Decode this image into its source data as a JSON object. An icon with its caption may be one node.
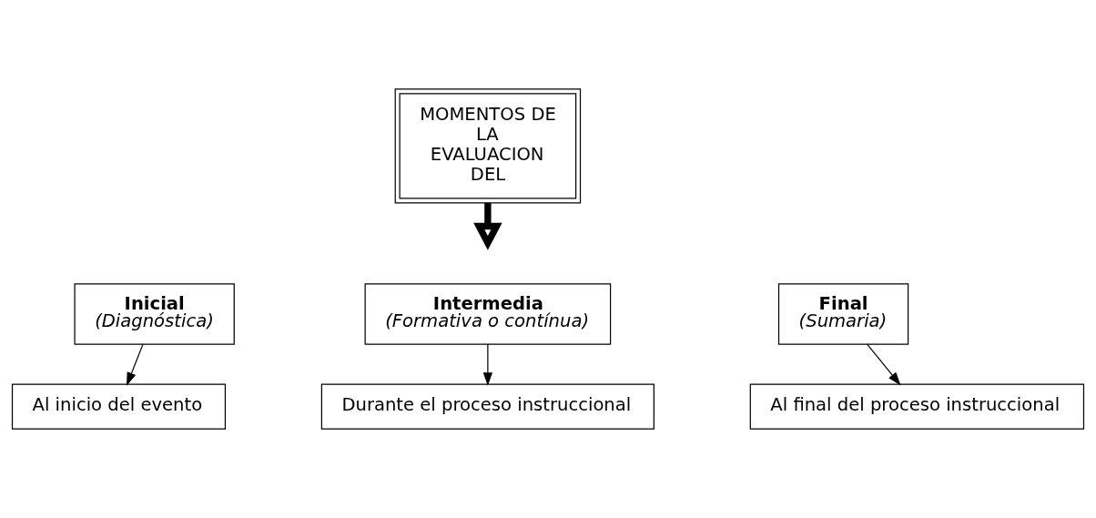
{
  "diagram": {
    "nodes": [
      {
        "text": [
          "MOMENTOS DE LA EVALUACION DEL"
        ]
      },
      {
        "text": [
          "Inicial",
          "(Diagnóstica)"
        ]
      },
      {
        "text": [
          "Intermedia",
          "(Formativa o contínua)"
        ]
      },
      {
        "text": [
          "Final",
          "(Sumaria)"
        ]
      },
      {
        "text": [
          "Al inicio del evento"
        ]
      },
      {
        "text": [
          "Durante el proceso instruccional"
        ]
      },
      {
        "text": [
          "Al final del proceso instruccional"
        ]
      }
    ],
    "edges": [
      {
        "from": 0,
        "to": null,
        "arrow": "to",
        "style": "thick"
      },
      {
        "from": 1,
        "to": 4,
        "arrow": "to"
      },
      {
        "from": 2,
        "to": 5,
        "arrow": "to"
      },
      {
        "from": 3,
        "to": 6,
        "arrow": "to"
      }
    ]
  }
}
